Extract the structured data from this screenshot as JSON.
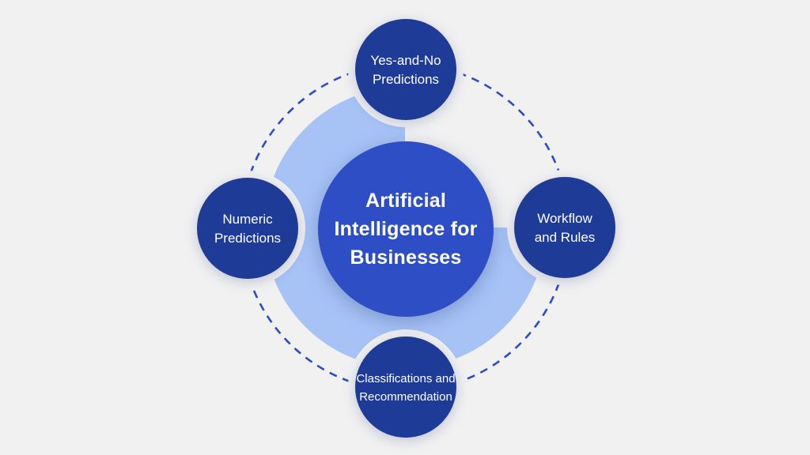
{
  "diagram": {
    "center": {
      "label": "Artificial\nIntelligence for\nBusinesses"
    },
    "nodes": {
      "top": {
        "label": "Yes-and-No\nPredictions"
      },
      "right": {
        "label": "Workflow\nand Rules"
      },
      "bottom": {
        "label": "Classifications and\nRecommendation"
      },
      "left": {
        "label": "Numeric\nPredictions"
      }
    }
  },
  "colors": {
    "background": "#F1F1F2",
    "hub_fill": "#2E4EC6",
    "node_fill": "#1E3B97",
    "band": "#A7C3F6",
    "dashed_ring": "#2B4BC8",
    "label_text": "#FFFFFF"
  }
}
